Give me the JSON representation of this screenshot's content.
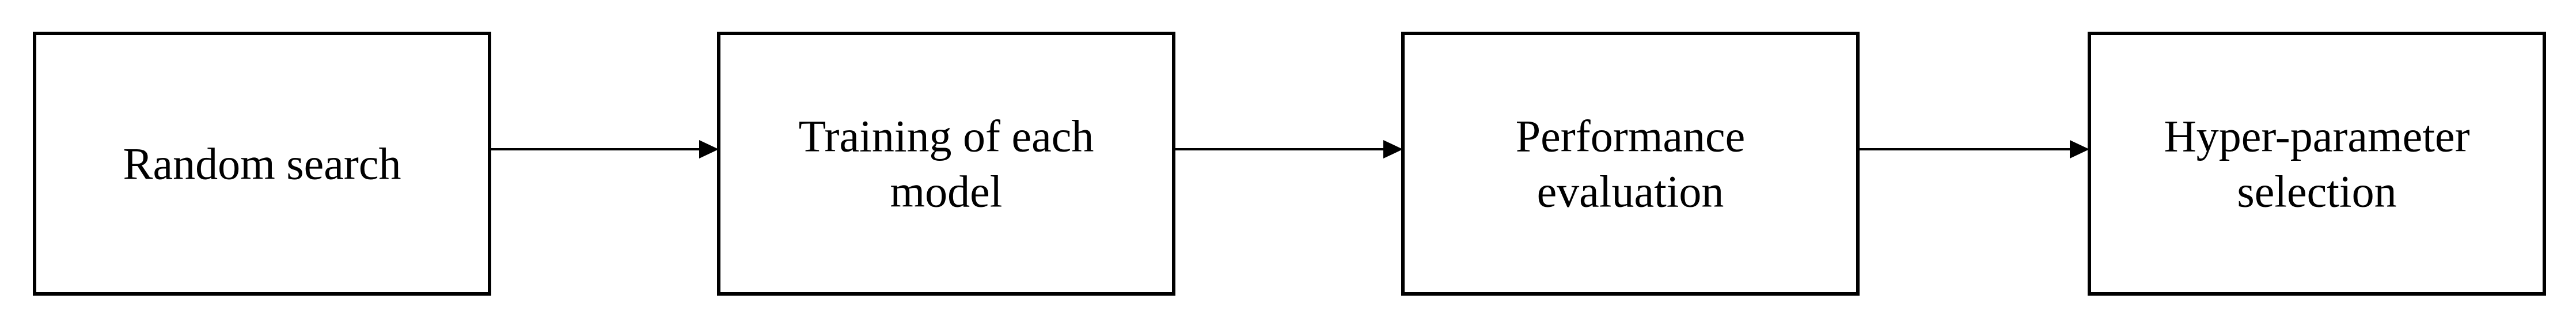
{
  "diagram": {
    "nodes": [
      {
        "id": "random-search",
        "lines": [
          "Random search"
        ]
      },
      {
        "id": "training",
        "lines": [
          "Training of each",
          "model"
        ]
      },
      {
        "id": "performance",
        "lines": [
          "Performance",
          "evaluation"
        ]
      },
      {
        "id": "hyper-parameter",
        "lines": [
          "Hyper-parameter",
          "selection"
        ]
      }
    ],
    "edges": [
      {
        "from": "random-search",
        "to": "training"
      },
      {
        "from": "training",
        "to": "performance"
      },
      {
        "from": "performance",
        "to": "hyper-parameter"
      }
    ],
    "colors": {
      "stroke": "#000000",
      "fill": "#ffffff",
      "text": "#000000"
    }
  }
}
